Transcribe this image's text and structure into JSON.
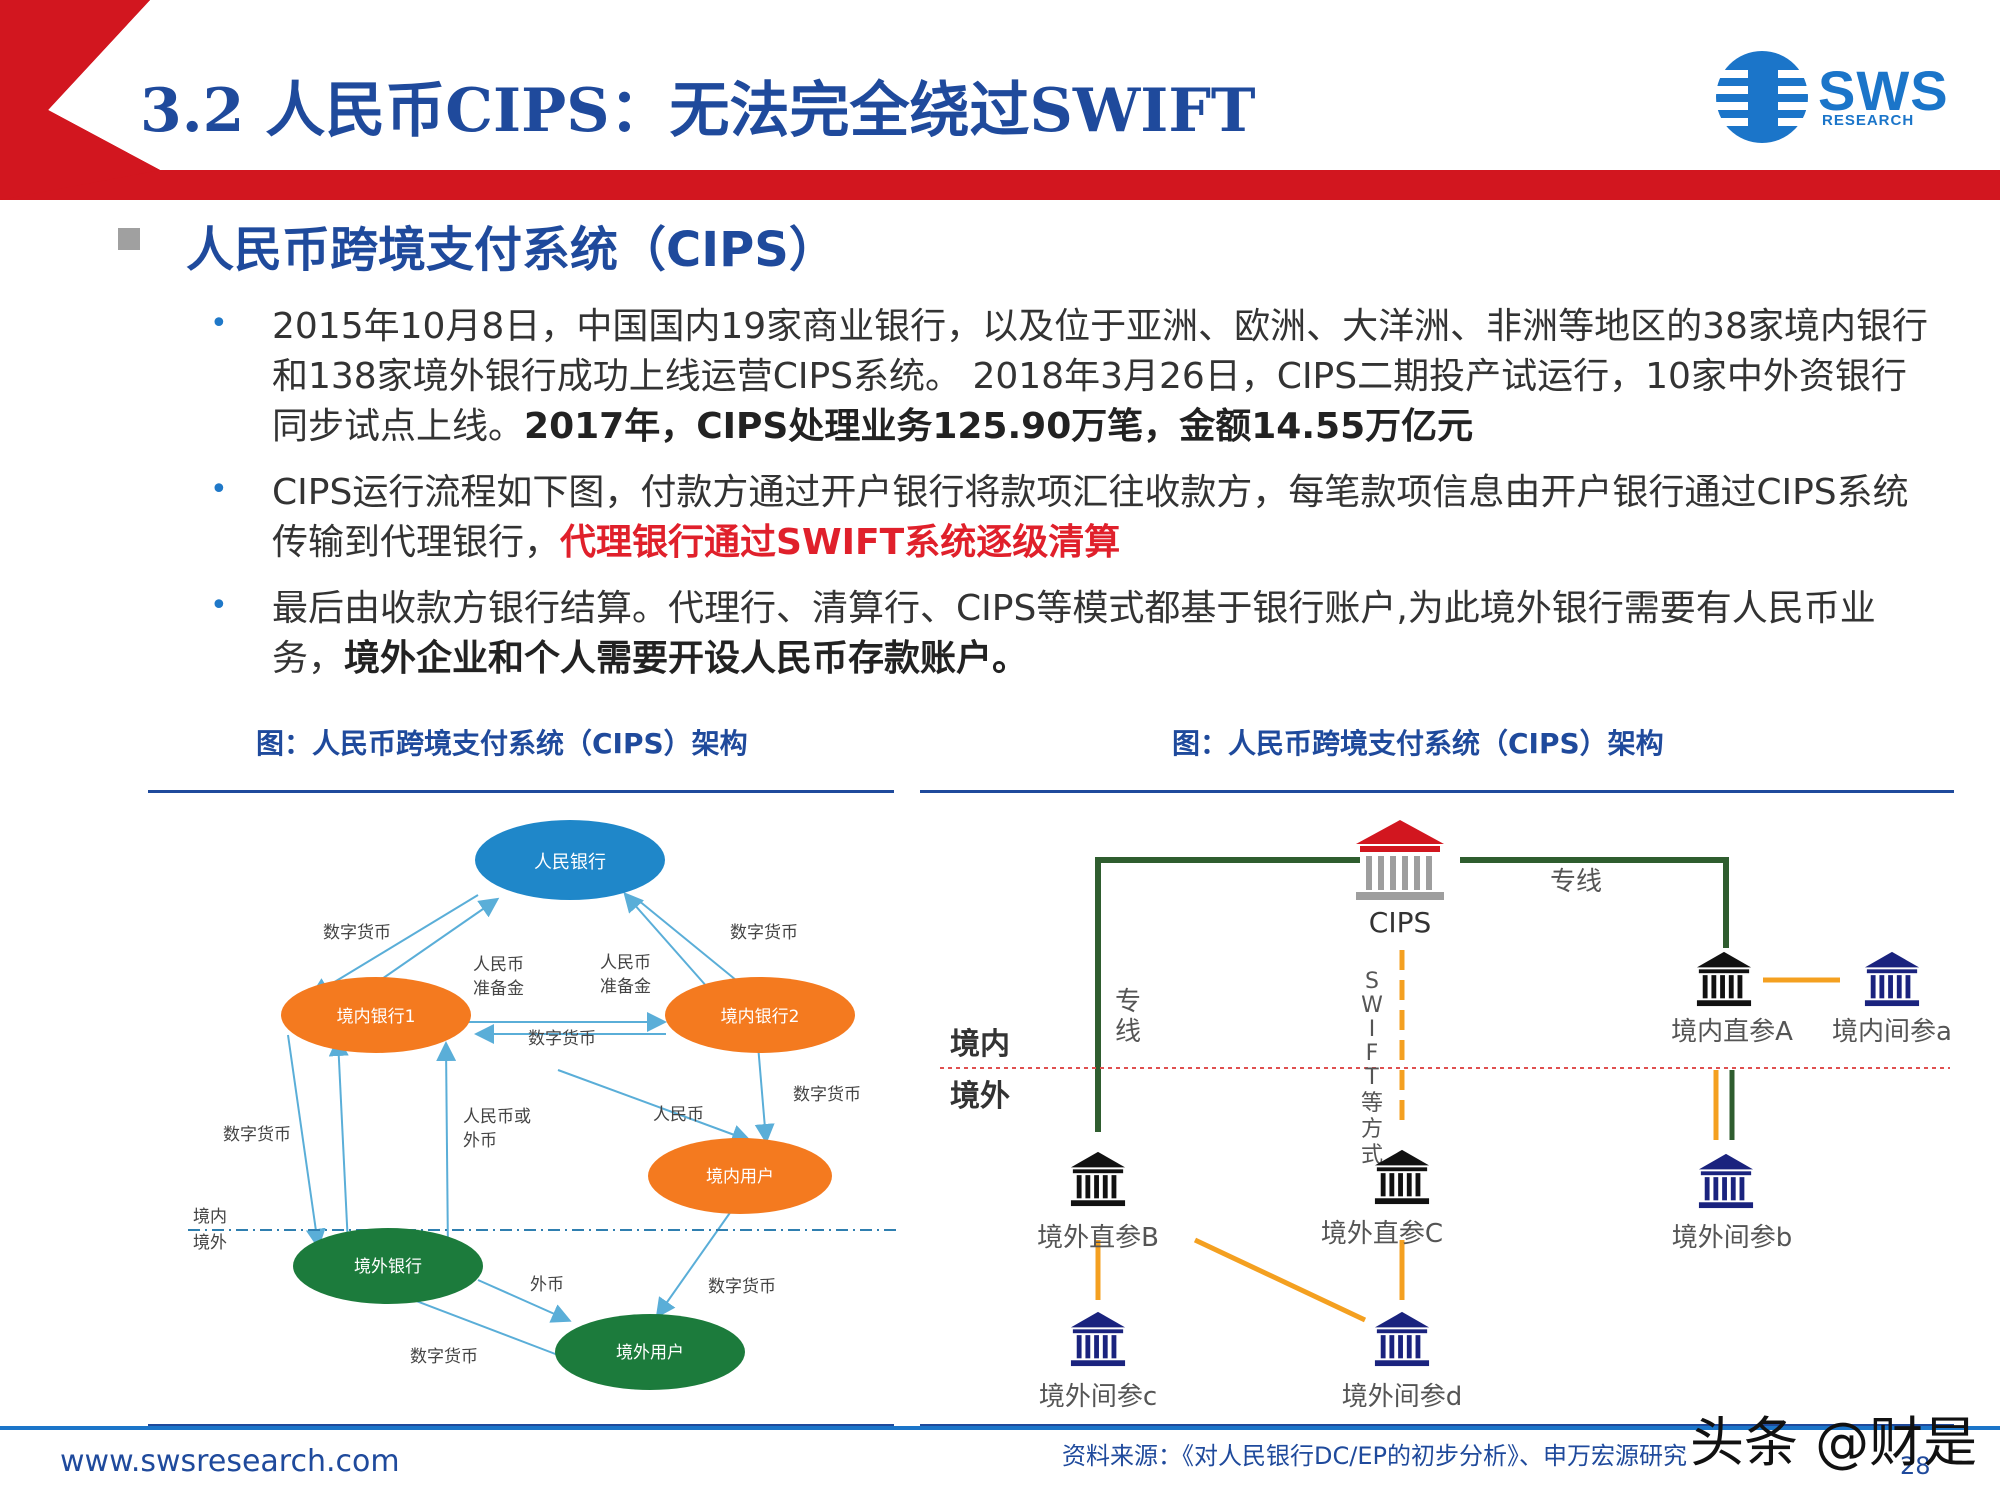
{
  "title": "3.2 人民币CIPS：无法完全绕过SWIFT",
  "logo": {
    "text": "SWS",
    "sub": "RESEARCH"
  },
  "section_heading": "人民币跨境支付系统（CIPS）",
  "bullets": [
    {
      "plain1": "2015年10月8日，中国国内19家商业银行，以及位于亚洲、欧洲、大洋洲、非洲等地区的38家境内银行和138家境外银行成功上线运营CIPS系统。 2018年3月26日，CIPS二期投产试运行，10家中外资银行同步试点上线。",
      "bold1": "2017年，CIPS处理业务125.90万笔，金额14.55万亿元"
    },
    {
      "plain1": "CIPS运行流程如下图，付款方通过开户银行将款项汇往收款方，每笔款项信息由开户银行通过CIPS系统传输到代理银行，",
      "red1": "代理银行通过SWIFT系统逐级清算"
    },
    {
      "plain1": "最后由收款方银行结算。代理行、清算行、CIPS等模式都基于银行账户,为此境外银行需要有人民币业务，",
      "bold1": "境外企业和个人需要开设人民币存款账户。"
    }
  ],
  "captions": {
    "left": "图：人民币跨境支付系统（CIPS）架构",
    "right": "图：人民币跨境支付系统（CIPS）架构"
  },
  "left_diagram": {
    "nodes": {
      "pboc": "人民银行",
      "bank1": "境内银行1",
      "bank2": "境内银行2",
      "dom_user": "境内用户",
      "for_bank": "境外银行",
      "for_user": "境外用户"
    },
    "labels": {
      "dc_left_top": "数字货币",
      "dc_right_top": "数字货币",
      "rmb_reserve_1": "人民币",
      "rmb_reserve_1b": "准备金",
      "rmb_reserve_2": "人民币",
      "rmb_reserve_2b": "准备金",
      "dc_mid": "数字货币",
      "dc_right_mid": "数字货币",
      "dc_left_mid": "数字货币",
      "rmb_or_fx": "人民币或",
      "rmb_or_fx_b": "外币",
      "rmb": "人民币",
      "domestic": "境内",
      "overseas": "境外",
      "fx": "外币",
      "dc_bottom_right": "数字货币",
      "dc_bottom_left": "数字货币"
    },
    "colors": {
      "blue": "#1f87c9",
      "orange": "#f47a1f",
      "green": "#1c7b3c",
      "arrow": "#5aaed8"
    }
  },
  "right_diagram": {
    "cips": "CIPS",
    "dedicated_line_top": "专线",
    "dedicated_line_v": [
      "专",
      "线"
    ],
    "swift_v": [
      "S",
      "W",
      "I",
      "F",
      "T",
      "等",
      "方",
      "式"
    ],
    "domestic": "境内",
    "overseas": "境外",
    "banks": {
      "dom_direct_a": "境内直参A",
      "dom_indirect_a": "境内间参a",
      "for_direct_b": "境外直参B",
      "for_direct_c": "境外直参C",
      "for_indirect_b": "境外间参b",
      "for_indirect_c": "境外间参c",
      "for_indirect_d": "境外间参d"
    },
    "colors": {
      "line_green": "#2f5d2f",
      "orange": "#f4a020",
      "red": "#e0202b",
      "navy": "#1a237e"
    }
  },
  "footer": {
    "website": "www.swsresearch.com",
    "source": "资料来源：《对人民银行DC/EP的初步分析》、申万宏源研究",
    "page": "28",
    "watermark": "头条 @财是"
  }
}
